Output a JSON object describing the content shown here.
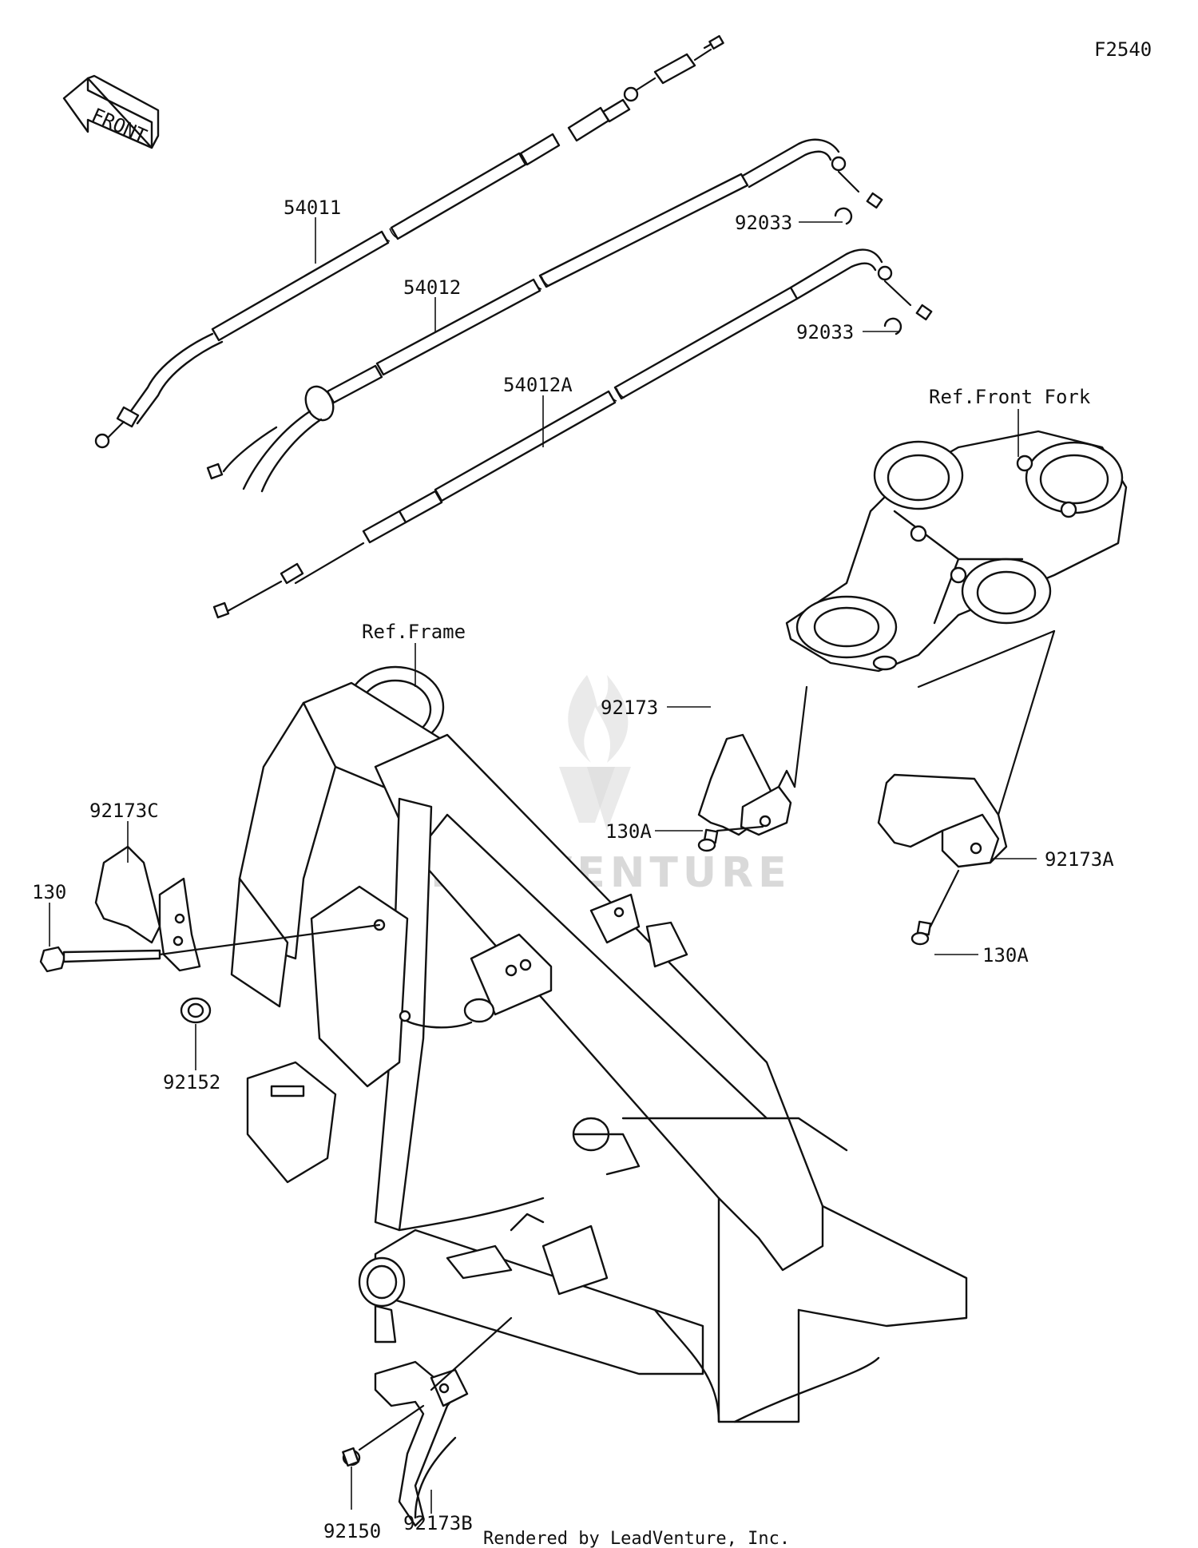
{
  "figure_code": "F2540",
  "front_label": "FRONT",
  "watermark": "LEADVENTURE",
  "credit": "Rendered by LeadVenture, Inc.",
  "references": {
    "front_fork": "Ref.Front Fork",
    "frame": "Ref.Frame"
  },
  "parts": {
    "p54011": "54011",
    "p54012": "54012",
    "p54012A": "54012A",
    "p92033_a": "92033",
    "p92033_b": "92033",
    "p92173": "92173",
    "p130A_a": "130A",
    "p92173A": "92173A",
    "p130A_b": "130A",
    "p92173C": "92173C",
    "p130": "130",
    "p92152": "92152",
    "p92150": "92150",
    "p92173B": "92173B"
  }
}
